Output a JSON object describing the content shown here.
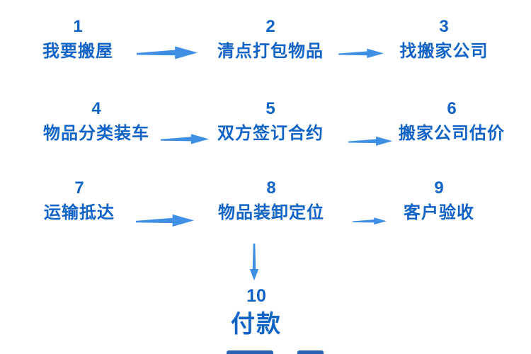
{
  "diagram": {
    "type": "flowchart",
    "topic": "moving-house-process",
    "steps": [
      {
        "number": "1",
        "label": "我要搬屋"
      },
      {
        "number": "2",
        "label": "清点打包物品"
      },
      {
        "number": "3",
        "label": "找搬家公司"
      },
      {
        "number": "4",
        "label": "物品分类装车"
      },
      {
        "number": "5",
        "label": "双方签订合约"
      },
      {
        "number": "6",
        "label": "搬家公司估价"
      },
      {
        "number": "7",
        "label": "运输抵达"
      },
      {
        "number": "8",
        "label": "物品装卸定位"
      },
      {
        "number": "9",
        "label": "客户验收"
      },
      {
        "number": "10",
        "label": "付款"
      }
    ],
    "connectors": [
      {
        "from": "1",
        "to": "2",
        "direction": "right"
      },
      {
        "from": "2",
        "to": "3",
        "direction": "right"
      },
      {
        "from": "4",
        "to": "5",
        "direction": "right"
      },
      {
        "from": "5",
        "to": "6",
        "direction": "right"
      },
      {
        "from": "7",
        "to": "8",
        "direction": "right"
      },
      {
        "from": "8",
        "to": "9",
        "direction": "right"
      },
      {
        "from": "8",
        "to": "10",
        "direction": "down"
      }
    ],
    "colors": {
      "text": "#1163c6",
      "arrow": "#3f90e5",
      "cutoff": "#1a55ad"
    }
  }
}
